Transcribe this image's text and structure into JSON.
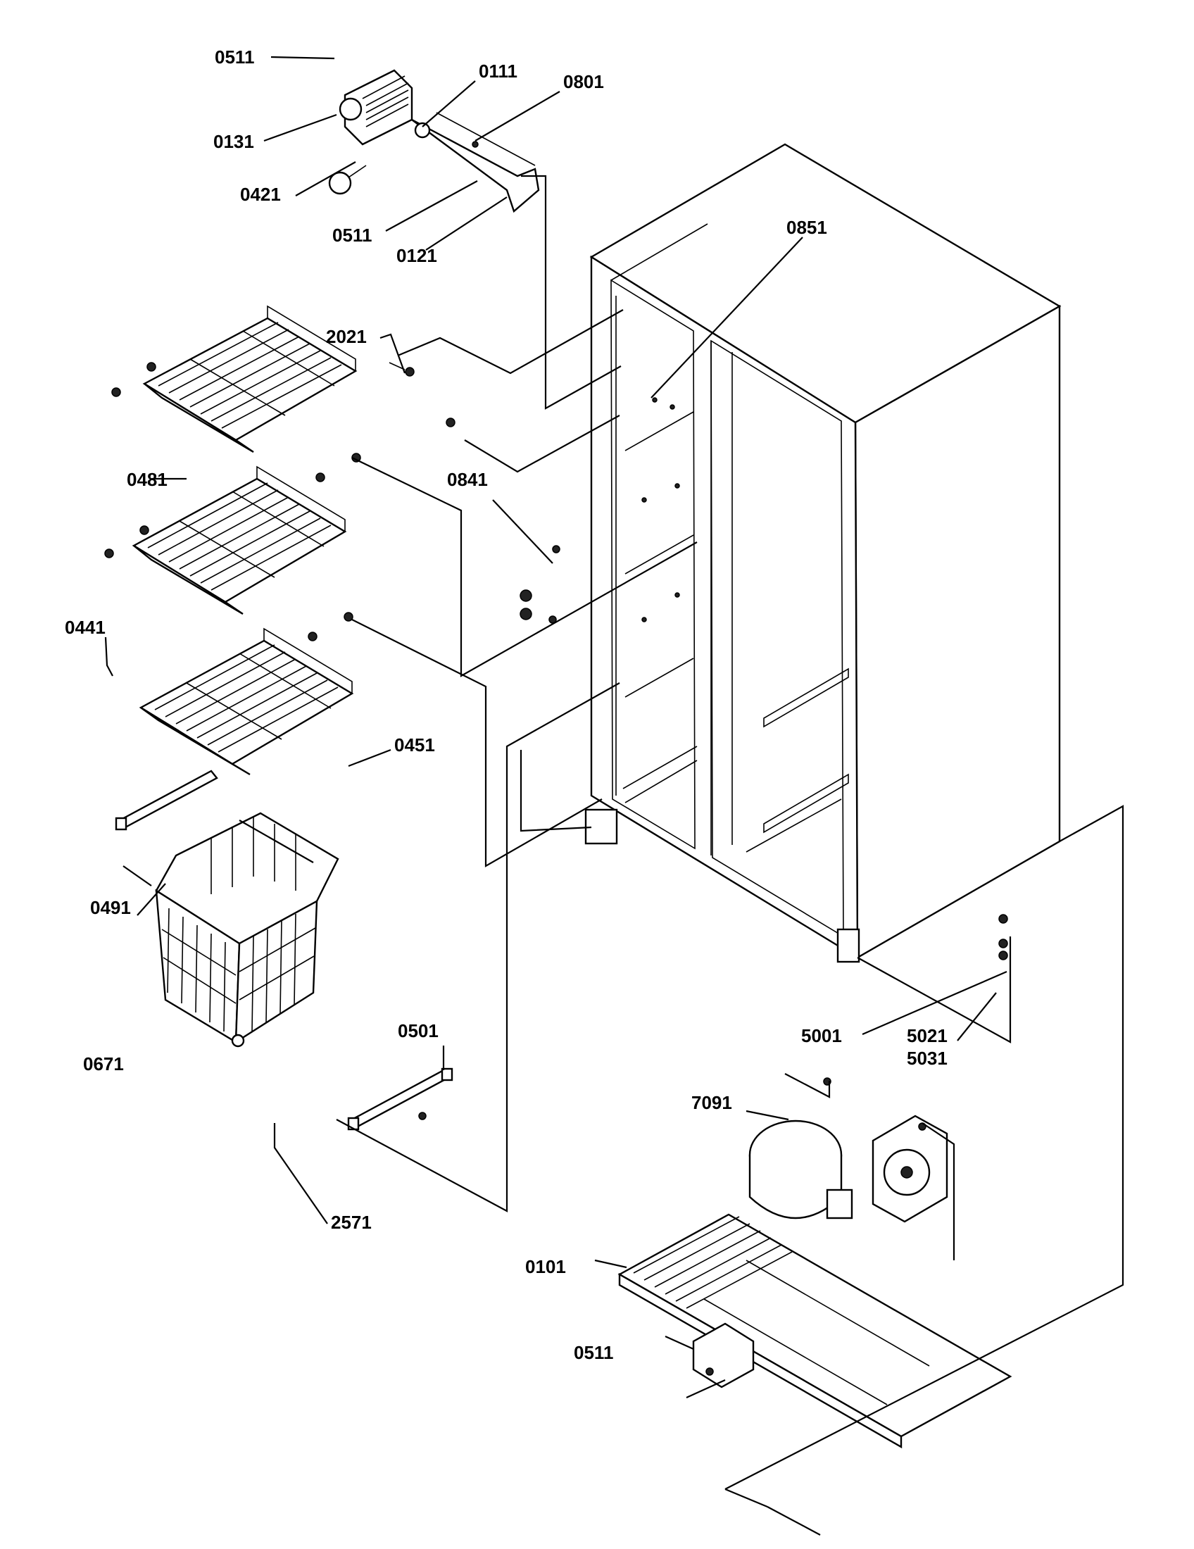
{
  "labels": {
    "l0511_top": "0511",
    "l0111": "0111",
    "l0801": "0801",
    "l0131": "0131",
    "l0421": "0421",
    "l0511_mid": "0511",
    "l0121": "0121",
    "l0851": "0851",
    "l2021": "2021",
    "l0481": "0481",
    "l0841": "0841",
    "l0441": "0441",
    "l0451": "0451",
    "l0491": "0491",
    "l0501": "0501",
    "l0671": "0671",
    "l5001": "5001",
    "l5021": "5021",
    "l5031": "5031",
    "l7091": "7091",
    "l2571": "2571",
    "l0101": "0101",
    "l0511_bot": "0511"
  }
}
